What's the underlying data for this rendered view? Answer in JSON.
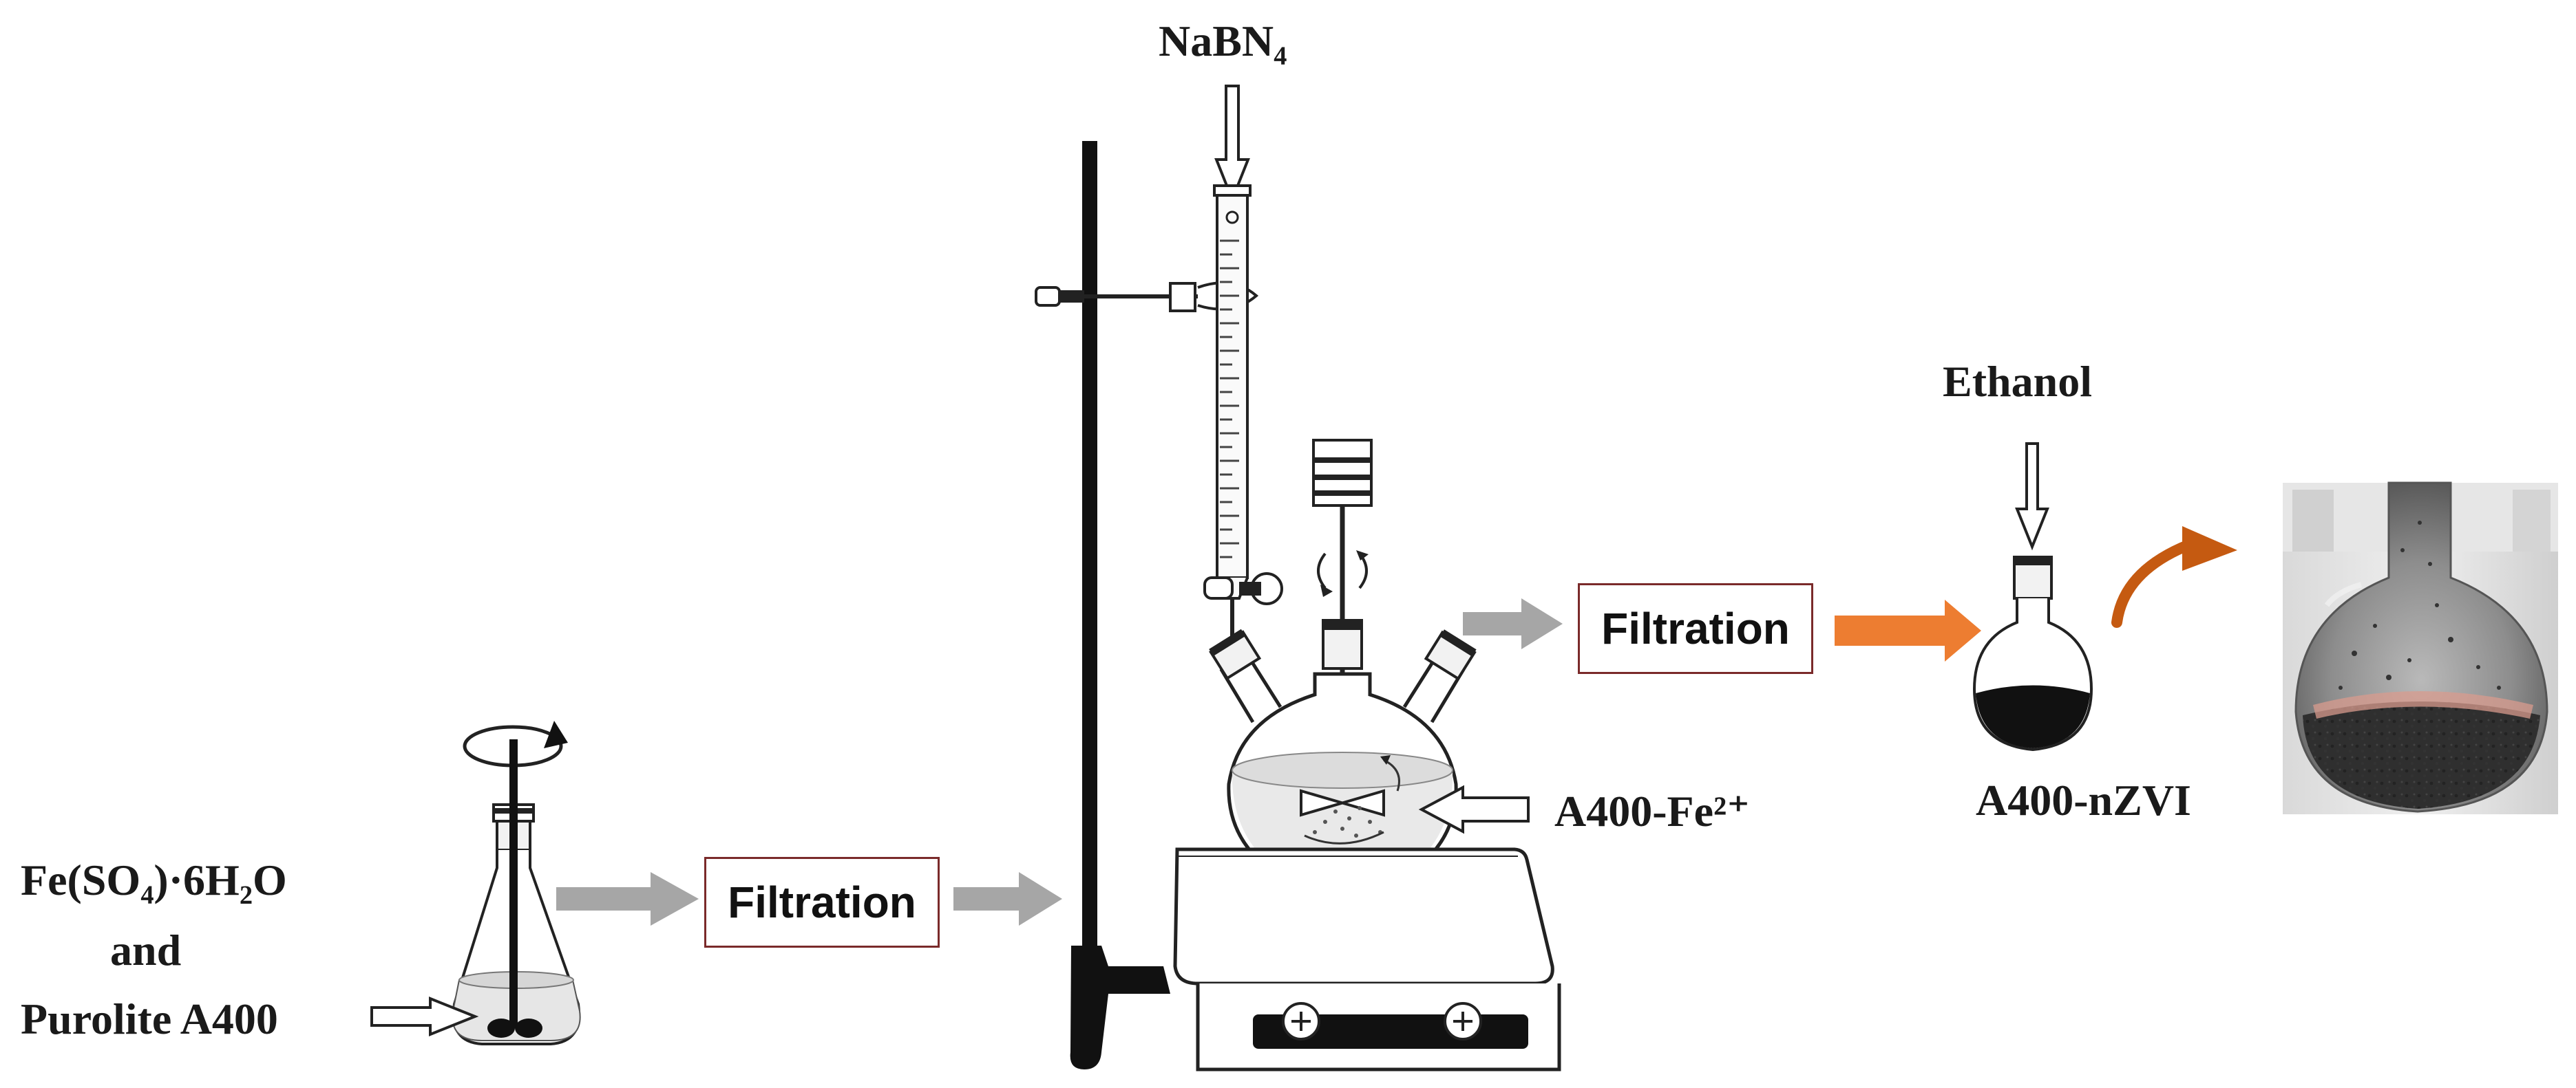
{
  "labels": {
    "reagent_top": "NaBN₄",
    "start_line1": "Fe(SO₄)·6H₂O",
    "start_line2": "and",
    "start_line3": "Purolite A400",
    "intermediate": "A400-Fe²⁺",
    "wash": "Ethanol",
    "product": "A400-nZVI"
  },
  "steps": {
    "filtration_1": "Filtration",
    "filtration_2": "Filtration"
  },
  "icons": [
    "erlenmeyer-flask-icon",
    "stirrer-rod-icon",
    "burette-icon",
    "retort-stand-icon",
    "three-neck-flask-icon",
    "hot-plate-stirrer-icon",
    "round-flask-icon",
    "product-photo-icon",
    "curved-arrow-icon"
  ],
  "colors": {
    "process_arrow": "#a6a6a6",
    "highlight_arrow": "#ed7d31",
    "box_border": "#7a2a2a"
  }
}
